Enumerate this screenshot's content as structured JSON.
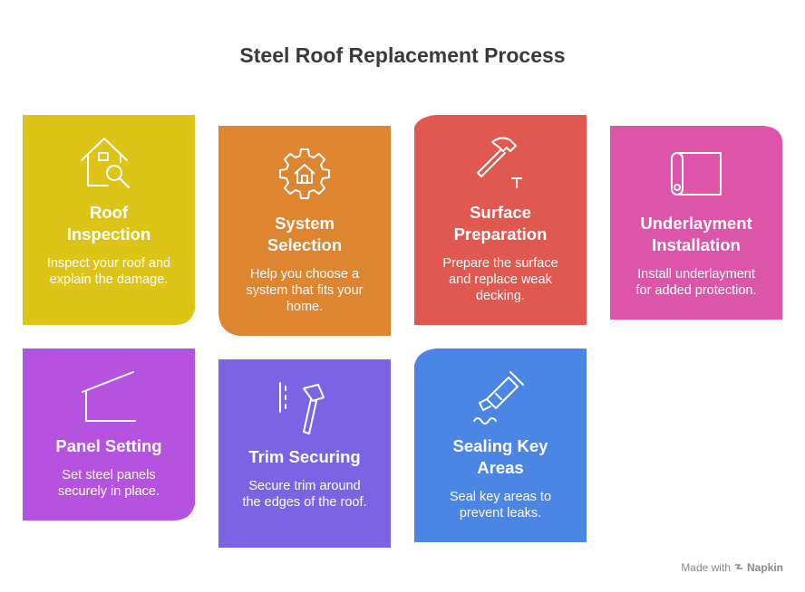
{
  "title": "Steel Roof Replacement Process",
  "steps": [
    {
      "heading": "Roof\nInspection",
      "desc": "Inspect your roof and explain the damage.",
      "color": "#dfc418",
      "icon": "house-search-icon"
    },
    {
      "heading": "System\nSelection",
      "desc": "Help you choose a system that fits your home.",
      "color": "#de8532",
      "icon": "gear-house-icon"
    },
    {
      "heading": "Surface\nPreparation",
      "desc": "Prepare the surface and replace weak decking.",
      "color": "#e0584f",
      "icon": "hammer-nail-icon"
    },
    {
      "heading": "Underlayment\nInstallation",
      "desc": "Install underlayment for added protection.",
      "color": "#dd55a9",
      "icon": "roll-icon"
    },
    {
      "heading": "Panel Setting",
      "desc": "Set steel panels securely in place.",
      "color": "#b652e0",
      "icon": "roof-panel-icon"
    },
    {
      "heading": "Trim Securing",
      "desc": "Secure trim around the edges of the roof.",
      "color": "#7b64e4",
      "icon": "hammer-trim-icon"
    },
    {
      "heading": "Sealing Key\nAreas",
      "desc": "Seal key areas to prevent leaks.",
      "color": "#4c86e4",
      "icon": "caulk-gun-icon"
    }
  ],
  "footer": {
    "made_with": "Made with",
    "brand": "Napkin"
  }
}
